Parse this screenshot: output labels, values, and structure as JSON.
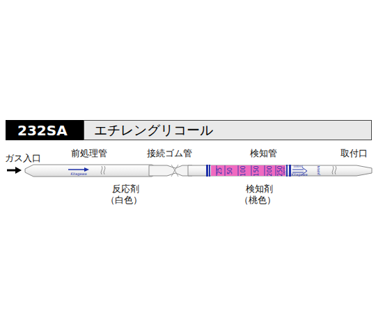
{
  "diagram": {
    "nodes": [
      {
        "text": [
          "232SA"
        ]
      },
      {
        "text": [
          "エチレングリコール"
        ]
      }
    ],
    "labels": [
      "ガス入口",
      "前処理管",
      "接続ゴム管",
      "検知管",
      "取付口",
      "反応剤",
      "（白色）",
      "検知剤",
      "（桃色）",
      "25",
      "50",
      "100",
      "150",
      "200",
      "250",
      "ppm",
      "Kitagawa",
      "Kitagawa",
      "100ml",
      "JAPAN"
    ]
  }
}
